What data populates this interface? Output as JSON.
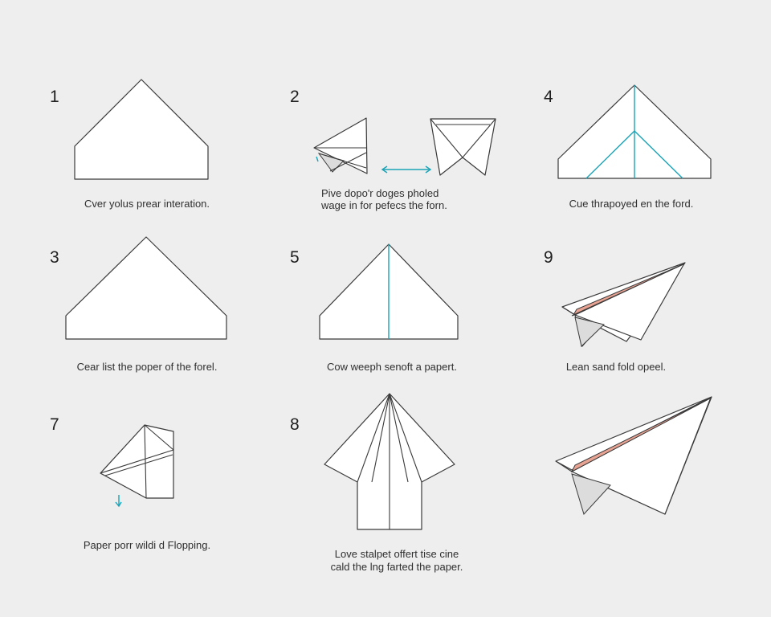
{
  "steps": [
    {
      "number": "1",
      "caption": "Cver yolus prear interation."
    },
    {
      "number": "2",
      "caption_line1": "Pive dopo'r doges pholed",
      "caption_line2": "wage in for pefecs the forn."
    },
    {
      "number": "4",
      "caption": "Cue thrapoyed en the ford."
    },
    {
      "number": "3",
      "caption": "Cear list the poper of the forel."
    },
    {
      "number": "5",
      "caption": "Cow weeph senoft a papert."
    },
    {
      "number": "9",
      "caption": "Lean sand fold opeel."
    },
    {
      "number": "7",
      "caption": "Paper porr wildi d Flopping."
    },
    {
      "number": "8",
      "caption_line1": "Love stalpet offert tise cine",
      "caption_line2": "cald the lng farted the paper."
    }
  ],
  "colors": {
    "fold_line": "#1aa3b6",
    "accent_stripe": "#e8a393",
    "background": "#eeeeef"
  }
}
